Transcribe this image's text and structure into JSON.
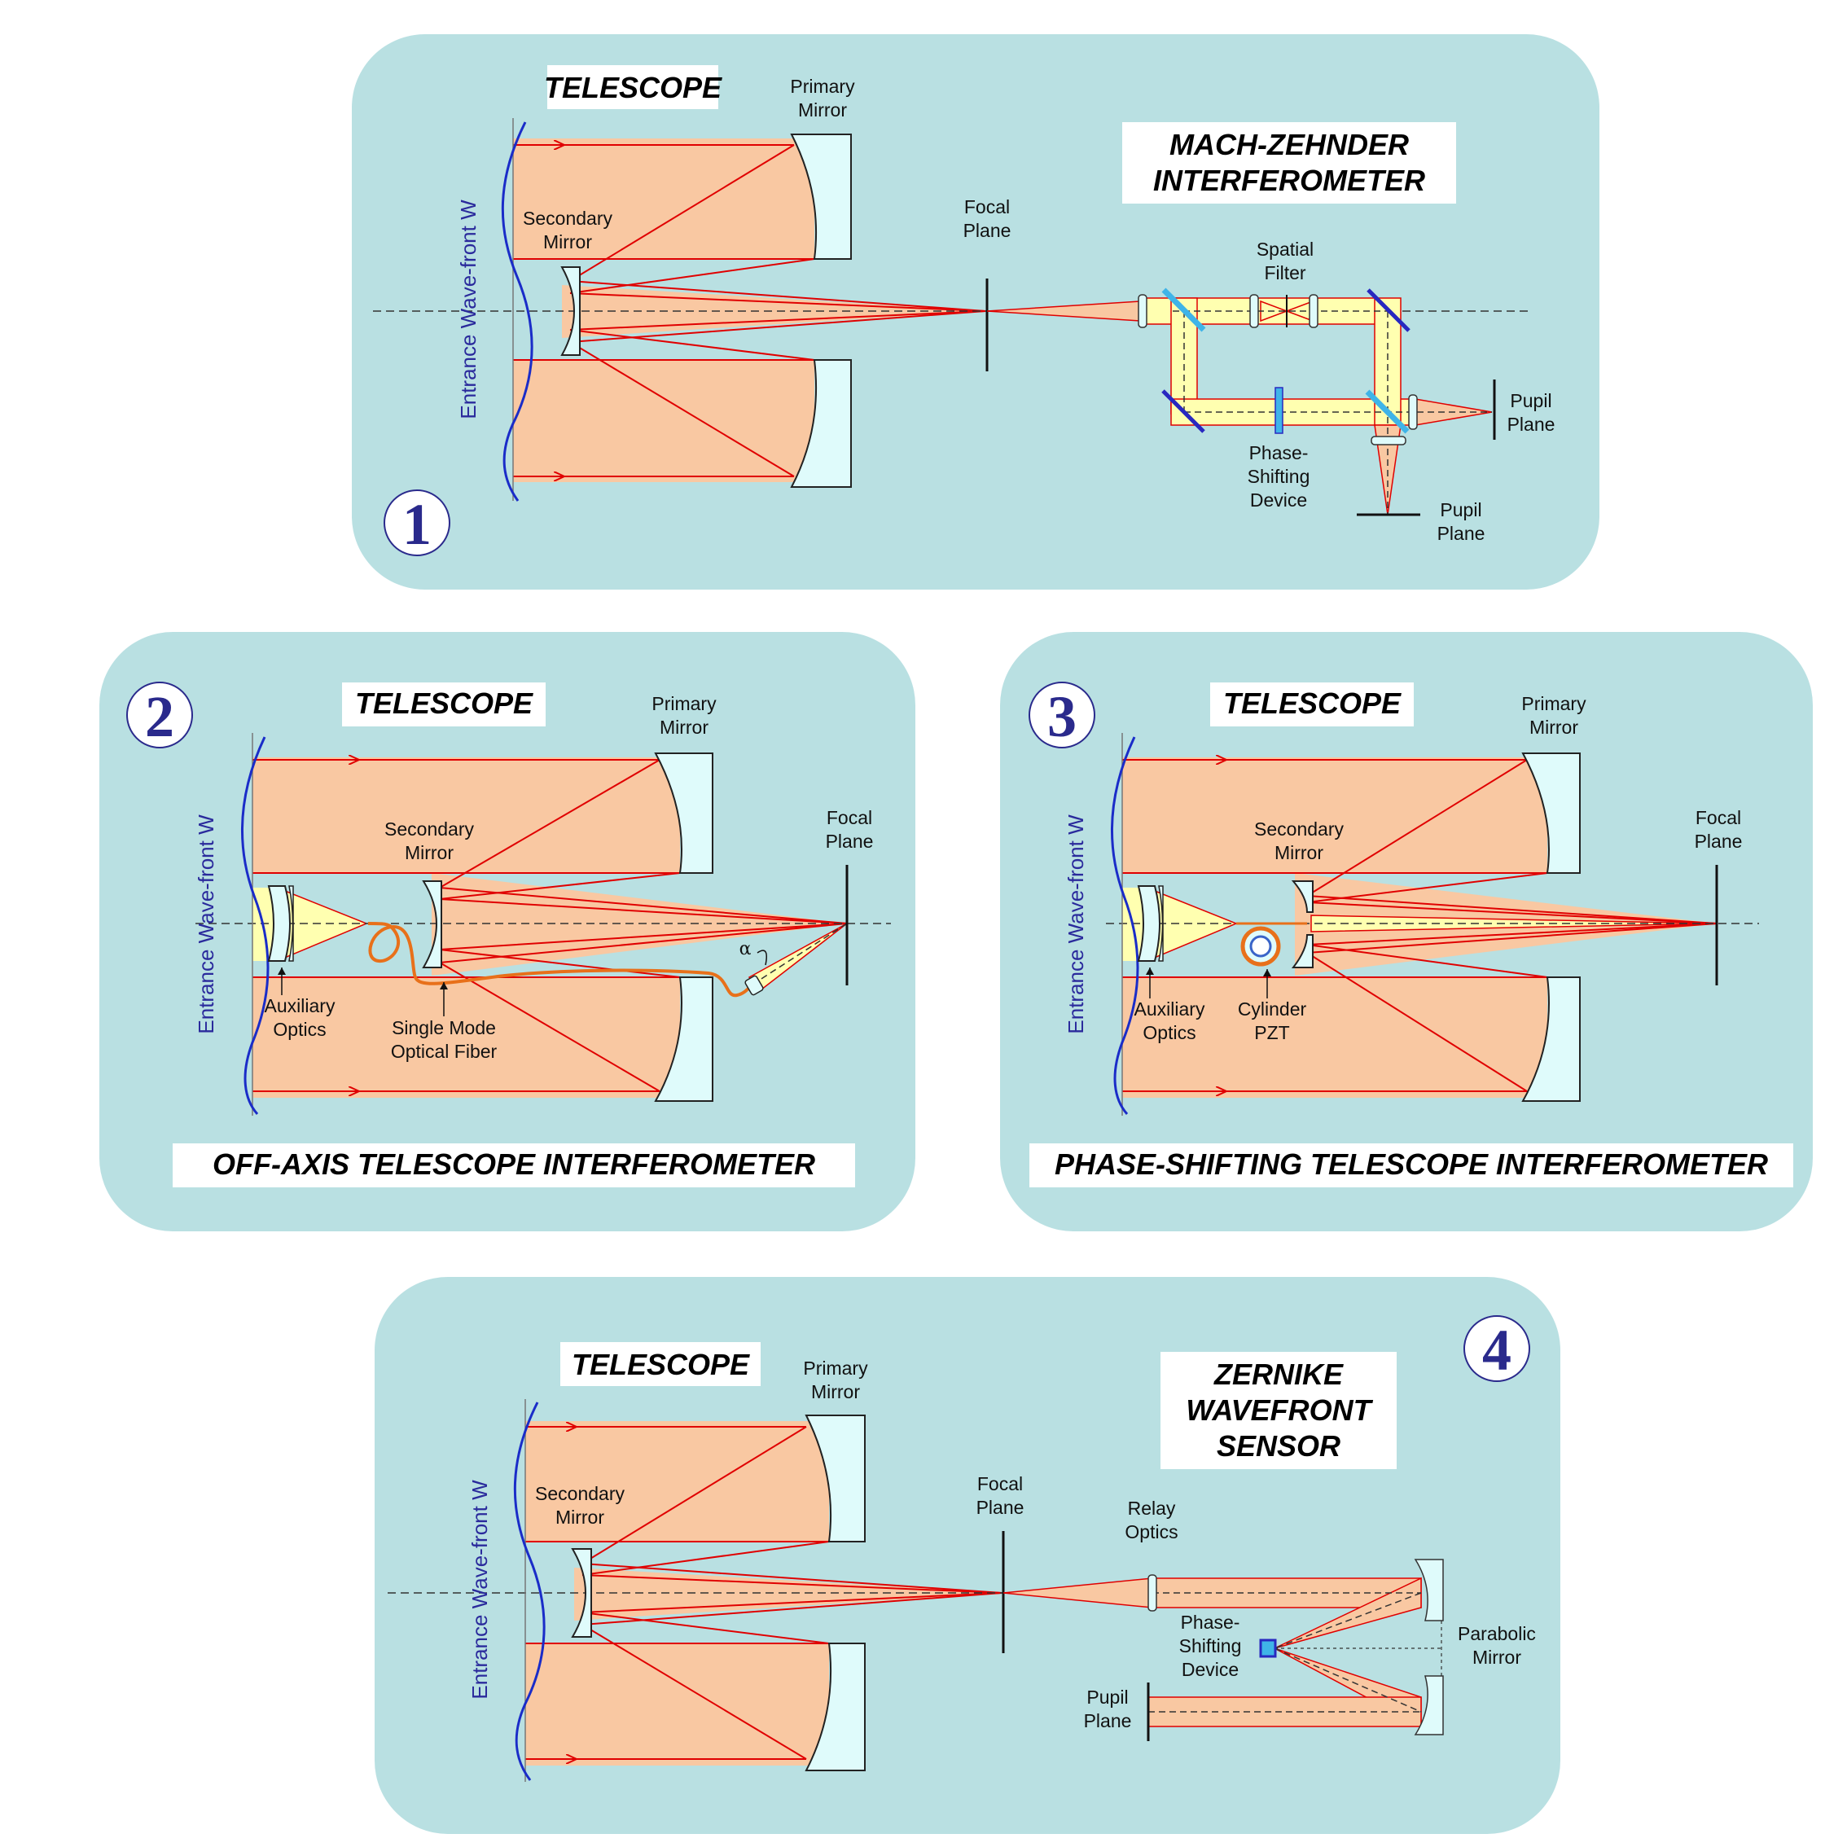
{
  "colors": {
    "panel": "#b9e0e2",
    "beam_fill": "#f9c8a2",
    "aux_beam": "#ffffb0",
    "ray": "#e00000",
    "mirror": "#dffbfb",
    "wavefront": "#1a2cc8",
    "fiber": "#e8701a",
    "beamsplitter": "#3fb4e8",
    "fold_mirror": "#2828c0",
    "numeral": "#2a2a8c"
  },
  "panel1": {
    "number": "1",
    "telescope_title": "TELESCOPE",
    "system_title_line1": "MACH-ZEHNDER",
    "system_title_line2": "INTERFEROMETER",
    "wavefront_label": "Entrance Wave-front W",
    "primary_line1": "Primary",
    "primary_line2": "Mirror",
    "secondary_line1": "Secondary",
    "secondary_line2": "Mirror",
    "focal_line1": "Focal",
    "focal_line2": "Plane",
    "spatial_line1": "Spatial",
    "spatial_line2": "Filter",
    "phase_line1": "Phase-",
    "phase_line2": "Shifting",
    "phase_line3": "Device",
    "pupil_a_line1": "Pupil",
    "pupil_a_line2": "Plane",
    "pupil_b_line1": "Pupil",
    "pupil_b_line2": "Plane"
  },
  "panel2": {
    "number": "2",
    "telescope_title": "TELESCOPE",
    "system_title": "OFF-AXIS TELESCOPE INTERFEROMETER",
    "wavefront_label": "Entrance Wave-front W",
    "primary_line1": "Primary",
    "primary_line2": "Mirror",
    "secondary_line1": "Secondary",
    "secondary_line2": "Mirror",
    "focal_line1": "Focal",
    "focal_line2": "Plane",
    "aux_line1": "Auxiliary",
    "aux_line2": "Optics",
    "fiber_line1": "Single Mode",
    "fiber_line2": "Optical Fiber",
    "alpha": "α"
  },
  "panel3": {
    "number": "3",
    "telescope_title": "TELESCOPE",
    "system_title": "PHASE-SHIFTING TELESCOPE INTERFEROMETER",
    "wavefront_label": "Entrance Wave-front W",
    "primary_line1": "Primary",
    "primary_line2": "Mirror",
    "secondary_line1": "Secondary",
    "secondary_line2": "Mirror",
    "focal_line1": "Focal",
    "focal_line2": "Plane",
    "aux_line1": "Auxiliary",
    "aux_line2": "Optics",
    "pzt_line1": "Cylinder",
    "pzt_line2": "PZT"
  },
  "panel4": {
    "number": "4",
    "telescope_title": "TELESCOPE",
    "system_title_line1": "ZERNIKE",
    "system_title_line2": "WAVEFRONT",
    "system_title_line3": "SENSOR",
    "wavefront_label": "Entrance Wave-front W",
    "primary_line1": "Primary",
    "primary_line2": "Mirror",
    "secondary_line1": "Secondary",
    "secondary_line2": "Mirror",
    "focal_line1": "Focal",
    "focal_line2": "Plane",
    "relay_line1": "Relay",
    "relay_line2": "Optics",
    "phase_line1": "Phase-",
    "phase_line2": "Shifting",
    "phase_line3": "Device",
    "parabolic_line1": "Parabolic",
    "parabolic_line2": "Mirror",
    "pupil_line1": "Pupil",
    "pupil_line2": "Plane"
  }
}
